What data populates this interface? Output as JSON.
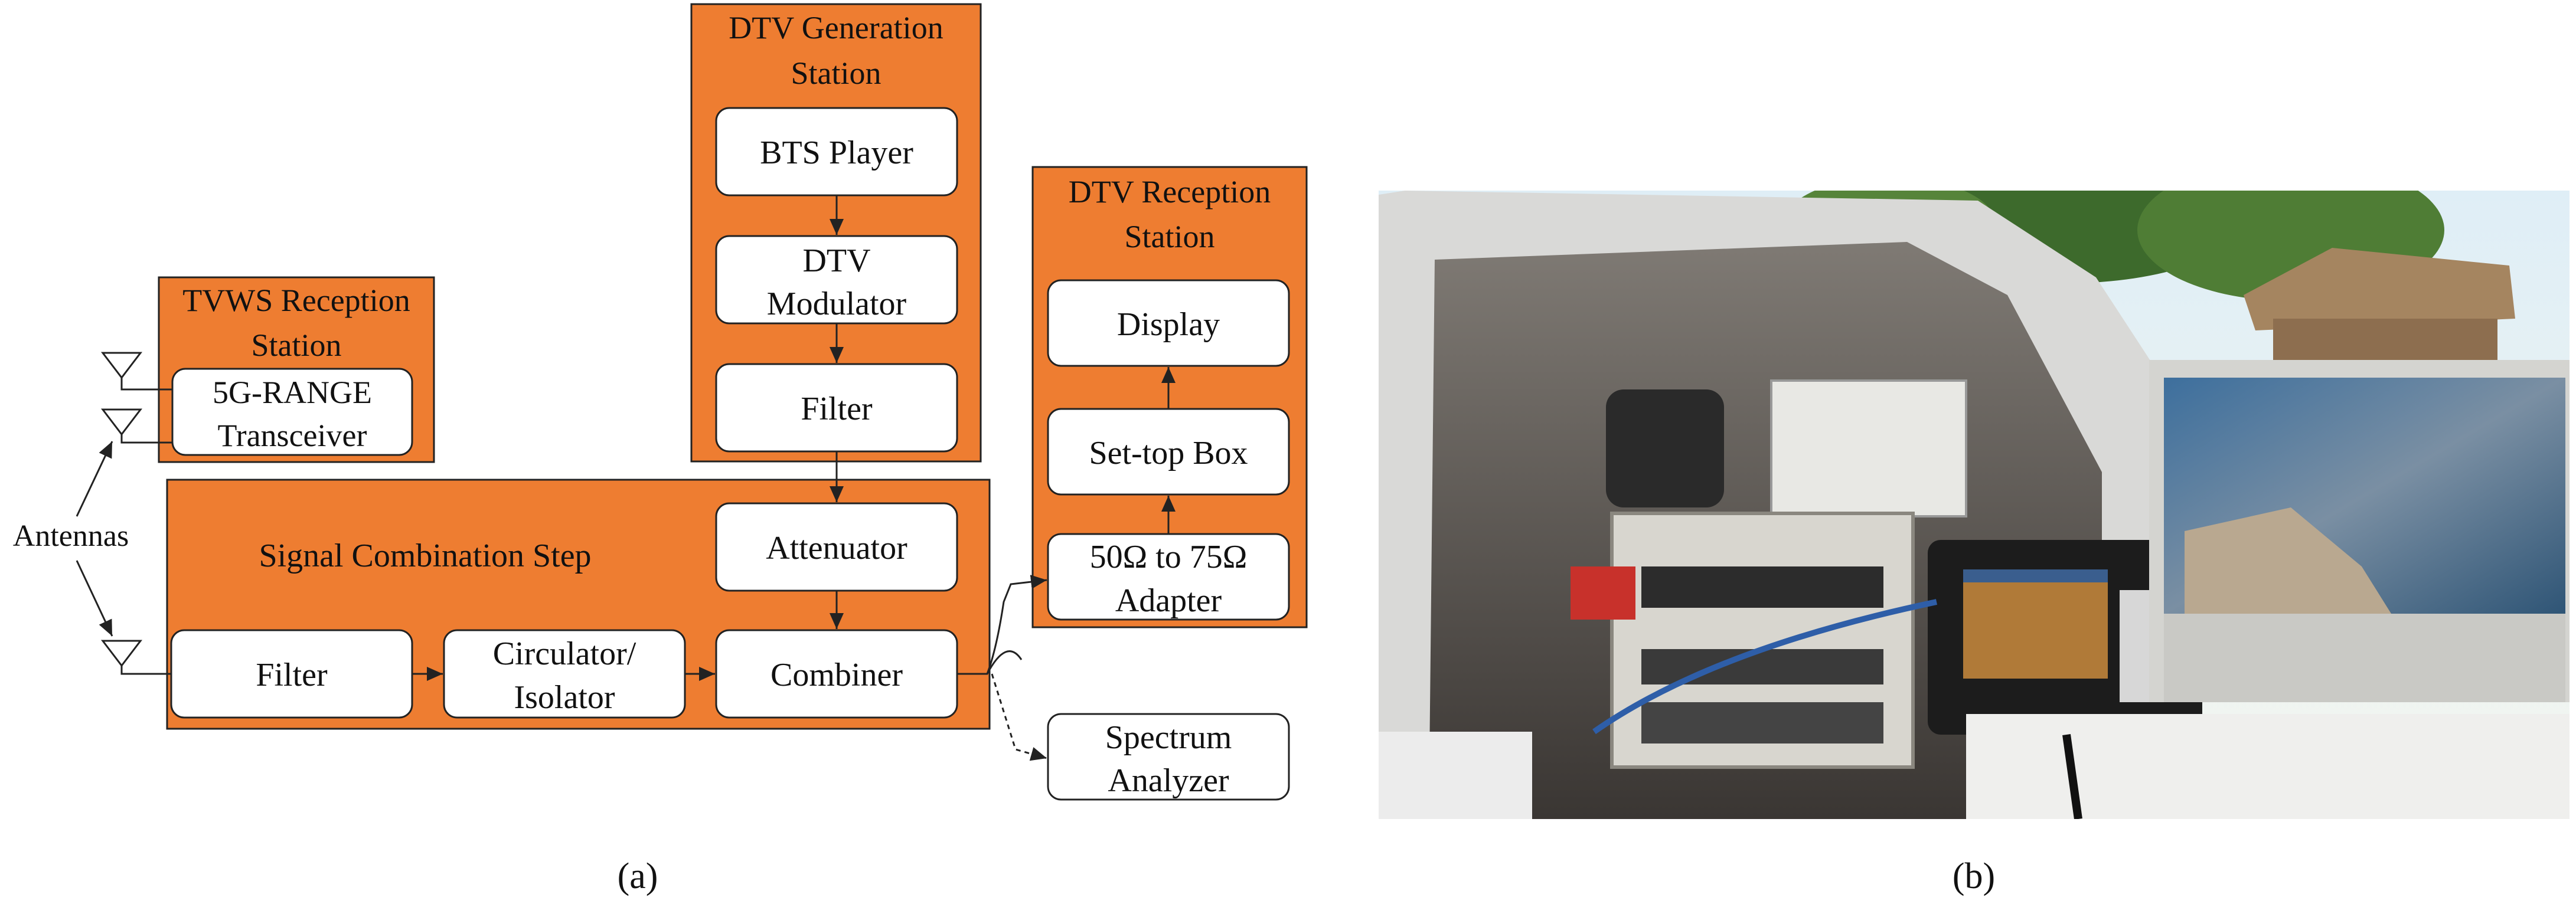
{
  "colors": {
    "station_fill": "#ee7d31",
    "stroke": "#222222",
    "block_fill": "#ffffff",
    "background": "#ffffff"
  },
  "diagram": {
    "stations": {
      "dtv_generation": {
        "title_line1": "DTV Generation",
        "title_line2": "Station"
      },
      "tvws_reception": {
        "title_line1": "TVWS Reception",
        "title_line2": "Station"
      },
      "dtv_reception": {
        "title_line1": "DTV Reception",
        "title_line2": "Station"
      },
      "signal_combination": {
        "title": "Signal Combination Step"
      }
    },
    "blocks": {
      "bts_player": {
        "line1": "BTS Player"
      },
      "dtv_modulator": {
        "line1": "DTV",
        "line2": "Modulator"
      },
      "gen_filter": {
        "line1": "Filter"
      },
      "transceiver": {
        "line1": "5G-RANGE",
        "line2": "Transceiver"
      },
      "attenuator": {
        "line1": "Attenuator"
      },
      "comb_filter": {
        "line1": "Filter"
      },
      "circulator": {
        "line1": "Circulator/",
        "line2": "Isolator"
      },
      "combiner": {
        "line1": "Combiner"
      },
      "display": {
        "line1": "Display"
      },
      "set_top_box": {
        "line1": "Set-top Box"
      },
      "adapter": {
        "line1": "50Ω to 75Ω",
        "line2": "Adapter"
      },
      "spectrum_analyzer": {
        "line1": "Spectrum",
        "line2": "Analyzer"
      }
    },
    "antennas_label": "Antennas",
    "caption": "(a)"
  },
  "photo": {
    "caption": "(b)"
  }
}
